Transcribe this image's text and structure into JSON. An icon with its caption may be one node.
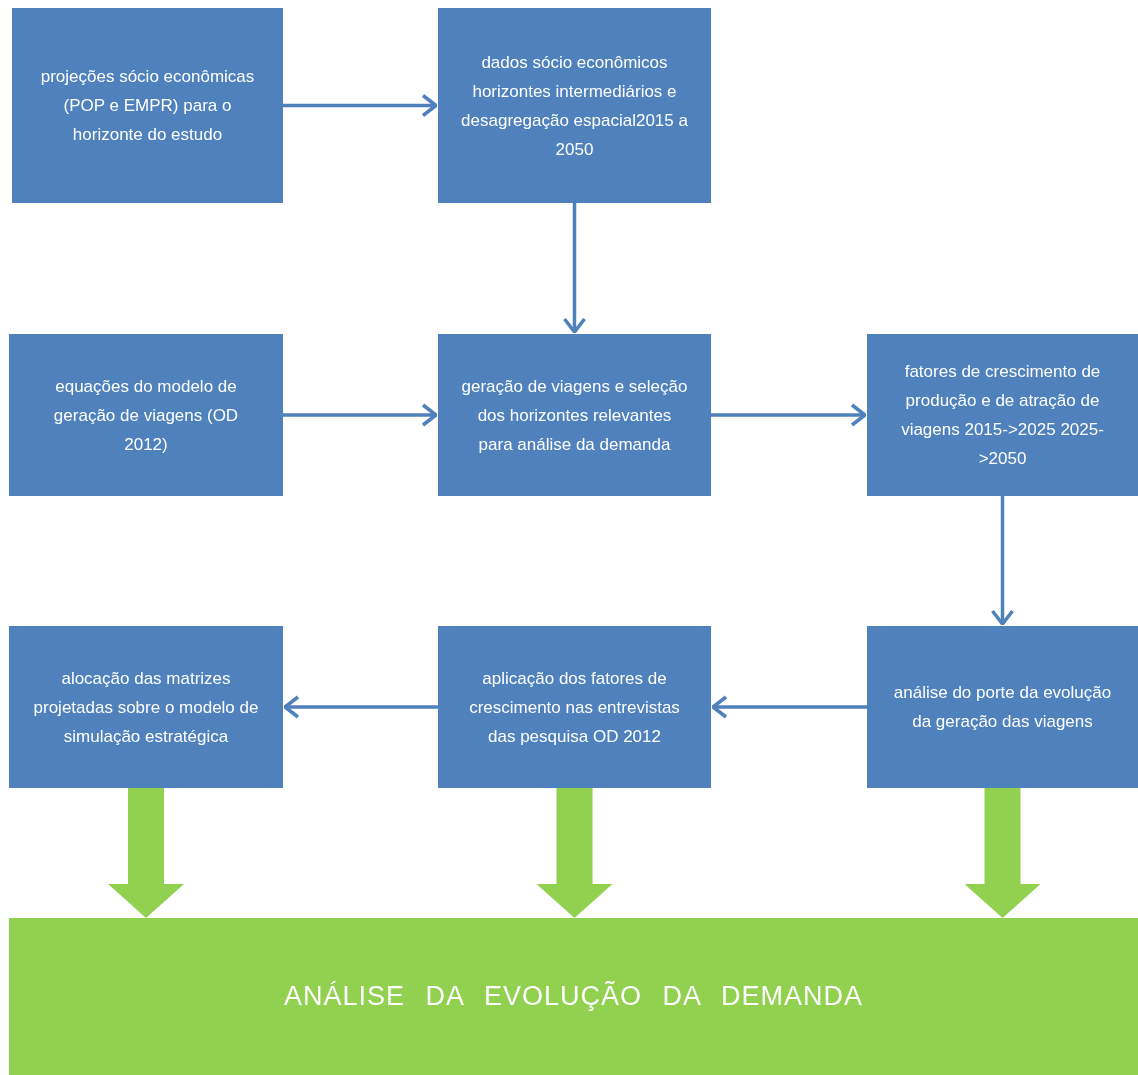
{
  "diagram": {
    "nodes": [
      {
        "text": [
          "projeções sócio econômicas (POP e EMPR) para o horizonte do estudo"
        ]
      },
      {
        "text": [
          "dados sócio econômicos horizontes intermediários e desagregação espacial2015 a 2050"
        ]
      },
      {
        "text": [
          "equações do modelo de geração de viagens (OD 2012)"
        ]
      },
      {
        "text": [
          "geração de viagens e seleção dos horizontes relevantes para análise da demanda"
        ]
      },
      {
        "text": [
          "fatores de crescimento de produção e de atração de viagens 2015->2025 2025->2050"
        ]
      },
      {
        "text": [
          "alocação das matrizes projetadas sobre o modelo de simulação estratégica"
        ]
      },
      {
        "text": [
          "aplicação dos fatores de crescimento nas entrevistas das pesquisa OD 2012"
        ]
      },
      {
        "text": [
          "análise do porte da evolução da geração das viagens"
        ]
      },
      {
        "text": [
          "ANÁLISE DA EVOLUÇÃO DA DEMANDA"
        ]
      }
    ],
    "edges": [
      {
        "from": 0,
        "to": 1,
        "arrow": "to"
      },
      {
        "from": 1,
        "to": 3,
        "arrow": "to"
      },
      {
        "from": 2,
        "to": 3,
        "arrow": "to"
      },
      {
        "from": 3,
        "to": 4,
        "arrow": "to"
      },
      {
        "from": 4,
        "to": 7,
        "arrow": "to"
      },
      {
        "from": 7,
        "to": 6,
        "arrow": "to"
      },
      {
        "from": 6,
        "to": 5,
        "arrow": "to"
      },
      {
        "from": 5,
        "to": 8,
        "arrow": "to",
        "style": "thick",
        "color": "#92d050"
      },
      {
        "from": 6,
        "to": 8,
        "arrow": "to",
        "style": "thick",
        "color": "#92d050"
      },
      {
        "from": 7,
        "to": 8,
        "arrow": "to",
        "style": "thick",
        "color": "#92d050"
      }
    ]
  }
}
